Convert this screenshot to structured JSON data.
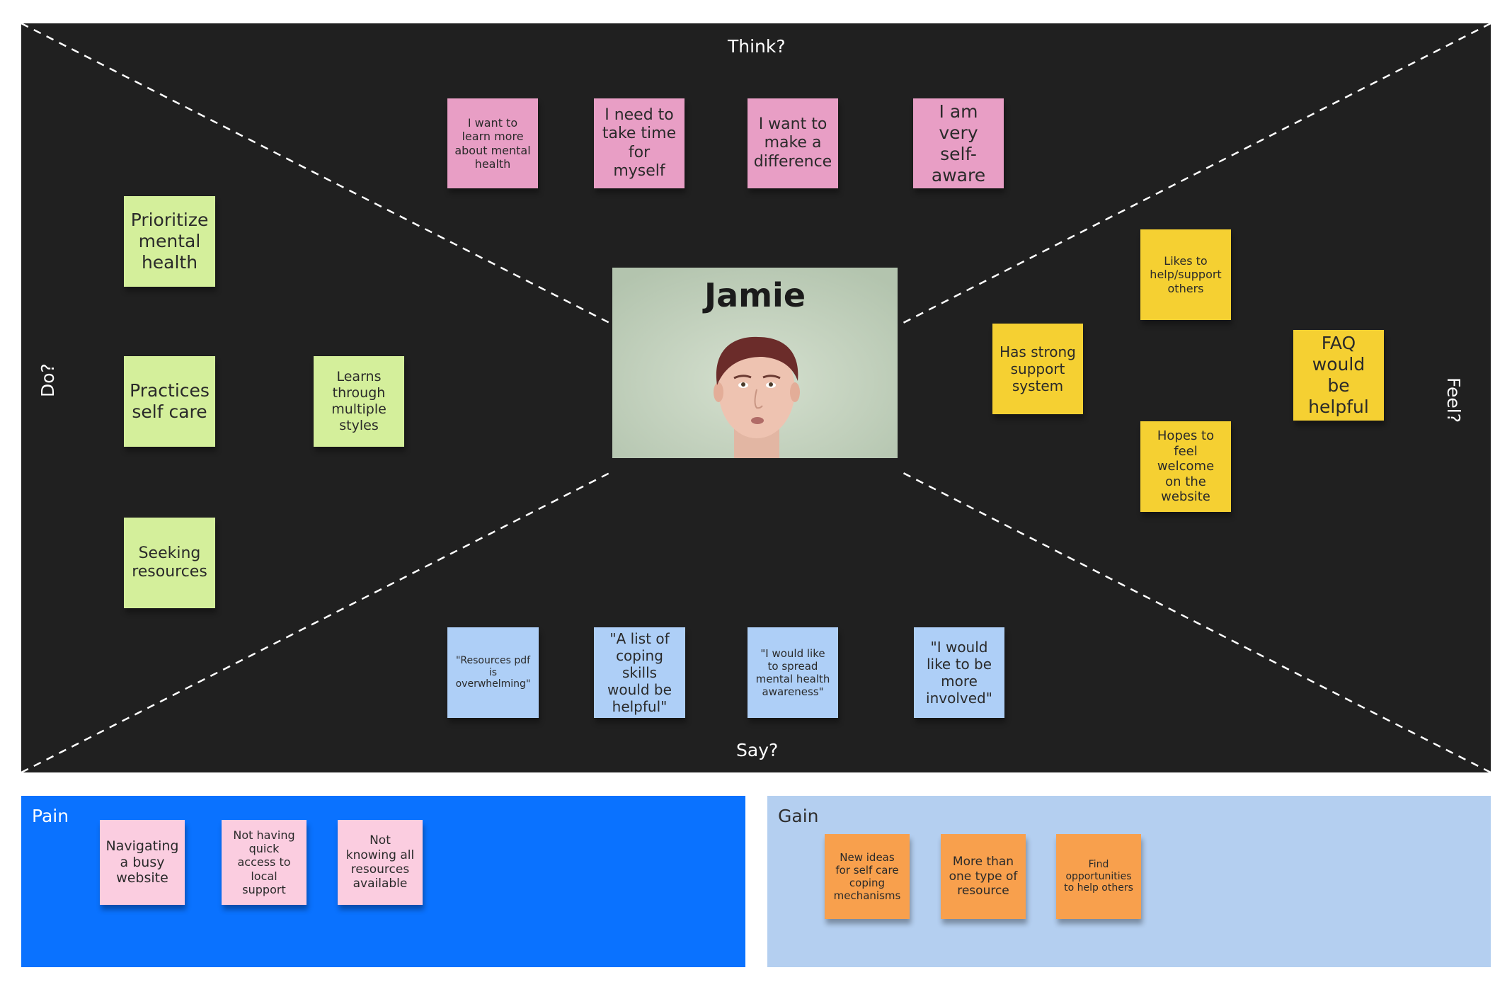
{
  "persona": {
    "name": "Jamie",
    "image": "persona-portrait"
  },
  "quadrants": {
    "think": "Think?",
    "say": "Say?",
    "do": "Do?",
    "feel": "Feel?"
  },
  "think_notes": [
    "I want to learn more about mental health",
    "I need to take time for myself",
    "I want to make a difference",
    "I am very self-aware"
  ],
  "do_notes": [
    "Prioritize mental health",
    "Practices self care",
    "Learns through multiple styles",
    "Seeking resources"
  ],
  "feel_notes": [
    "Likes to help/support others",
    "Has strong support system",
    "Hopes to feel welcome on the website",
    "FAQ would be helpful"
  ],
  "say_notes": [
    "\"Resources pdf is overwhelming\"",
    "\"A list of coping skills would be helpful\"",
    "\"I would like to spread mental health awareness\"",
    "\"I would like to be more involved\""
  ],
  "pain": {
    "title": "Pain",
    "notes": [
      "Navigating a busy website",
      "Not having quick access to local support",
      "Not knowing all resources available"
    ]
  },
  "gain": {
    "title": "Gain",
    "notes": [
      "New ideas for self care coping mechanisms",
      "More than one type of resource",
      "Find opportunities to help others"
    ]
  },
  "colors": {
    "board": "#202020",
    "think": "#e89ec5",
    "do": "#d4ef9b",
    "feel": "#f5d032",
    "say": "#aecff7",
    "pain_panel": "#0a72ff",
    "pain_note": "#fbcde0",
    "gain_panel": "#b4cff0",
    "gain_note": "#f8a04d"
  }
}
